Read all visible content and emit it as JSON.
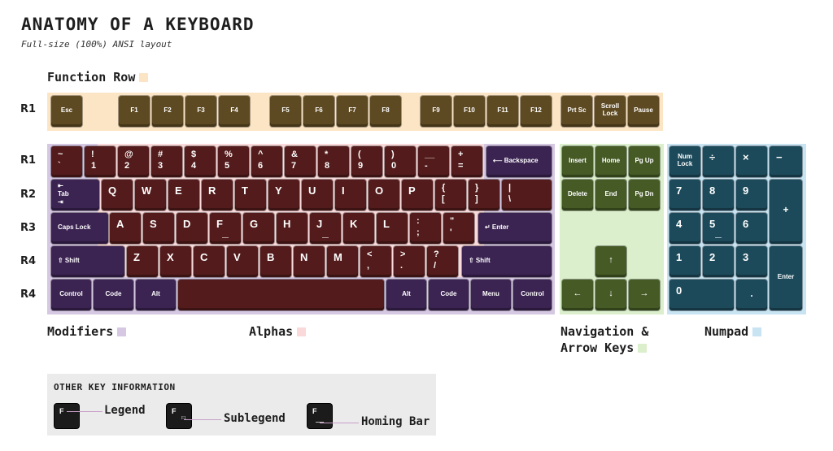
{
  "title": "ANATOMY OF A KEYBOARD",
  "subtitle": "Full-size (100%) ANSI layout",
  "sections": {
    "function_row": {
      "label": "Function Row",
      "color": "#fce5c4"
    },
    "modifiers": {
      "label": "Modifiers",
      "color": "#d6c8e3"
    },
    "alphas": {
      "label": "Alphas",
      "color": "#f9d9da"
    },
    "navigation": {
      "label": "Navigation &",
      "label2": "Arrow Keys",
      "color": "#dbefcc"
    },
    "numpad": {
      "label": "Numpad",
      "color": "#c8e4f3"
    }
  },
  "rows": {
    "fn": "R1",
    "r1": "R1",
    "r2": "R2",
    "r3": "R3",
    "r4a": "R4",
    "r4b": "R4"
  },
  "keys": {
    "esc": "Esc",
    "f1": "F1",
    "f2": "F2",
    "f3": "F3",
    "f4": "F4",
    "f5": "F5",
    "f6": "F6",
    "f7": "F7",
    "f8": "F8",
    "f9": "F9",
    "f10": "F10",
    "f11": "F11",
    "f12": "F12",
    "prtsc": "Prt Sc",
    "scroll1": "Scroll",
    "scroll2": "Lock",
    "pause": "Pause",
    "tilde_t": "~",
    "tilde_b": "`",
    "n1_t": "!",
    "n1_b": "1",
    "n2_t": "@",
    "n2_b": "2",
    "n3_t": "#",
    "n3_b": "3",
    "n4_t": "$",
    "n4_b": "4",
    "n5_t": "%",
    "n5_b": "5",
    "n6_t": "^",
    "n6_b": "6",
    "n7_t": "&",
    "n7_b": "7",
    "n8_t": "*",
    "n8_b": "8",
    "n9_t": "(",
    "n9_b": "9",
    "n0_t": ")",
    "n0_b": "0",
    "minus_t": "__",
    "minus_b": "-",
    "eq_t": "+",
    "eq_b": "=",
    "backspace": "⟵ Backspace",
    "tab_t": "⇤",
    "tab_m": "Tab",
    "tab_b": "⇥",
    "q": "Q",
    "w": "W",
    "e": "E",
    "r": "R",
    "t": "T",
    "y": "Y",
    "u": "U",
    "i": "I",
    "o": "O",
    "p": "P",
    "lbr_t": "{",
    "lbr_b": "[",
    "rbr_t": "}",
    "rbr_b": "]",
    "bsl_t": "|",
    "bsl_b": "\\",
    "caps": "Caps Lock",
    "a": "A",
    "s": "S",
    "d": "D",
    "f": "F",
    "g": "G",
    "h": "H",
    "j": "J",
    "k": "K",
    "l": "L",
    "semi_t": ":",
    "semi_b": ";",
    "quote_t": "\"",
    "quote_b": "'",
    "enter": "↵ Enter",
    "lshift": "⇧ Shift",
    "z": "Z",
    "x": "X",
    "c": "C",
    "v": "V",
    "b": "B",
    "n": "N",
    "m": "M",
    "comma_t": "<",
    "comma_b": ",",
    "period_t": ">",
    "period_b": ".",
    "slash_t": "?",
    "slash_b": "/",
    "rshift": "⇧ Shift",
    "lctrl": "Control",
    "lcode": "Code",
    "lalt": "Alt",
    "ralt": "Alt",
    "rcode": "Code",
    "menu": "Menu",
    "rctrl": "Control",
    "insert": "Insert",
    "home": "Home",
    "pgup": "Pg Up",
    "delete": "Delete",
    "end": "End",
    "pgdn": "Pg Dn",
    "up": "↑",
    "left": "←",
    "down": "↓",
    "right": "→",
    "numlock1": "Num",
    "numlock2": "Lock",
    "ndiv": "÷",
    "nmul": "×",
    "nminus": "−",
    "nplus": "+",
    "nenter": "Enter",
    "n7": "7",
    "n8": "8",
    "n9": "9",
    "n4": "4",
    "n5": "5",
    "n6": "6",
    "nn1": "1",
    "nn2": "2",
    "nn3": "3",
    "nn0": "0",
    "ndot": "."
  },
  "info": {
    "heading": "OTHER KEY INFORMATION",
    "demo_char": "F",
    "sublegend_char": "F1",
    "legend": "Legend",
    "sublegend": "Sublegend",
    "homing_bar": "Homing Bar"
  }
}
